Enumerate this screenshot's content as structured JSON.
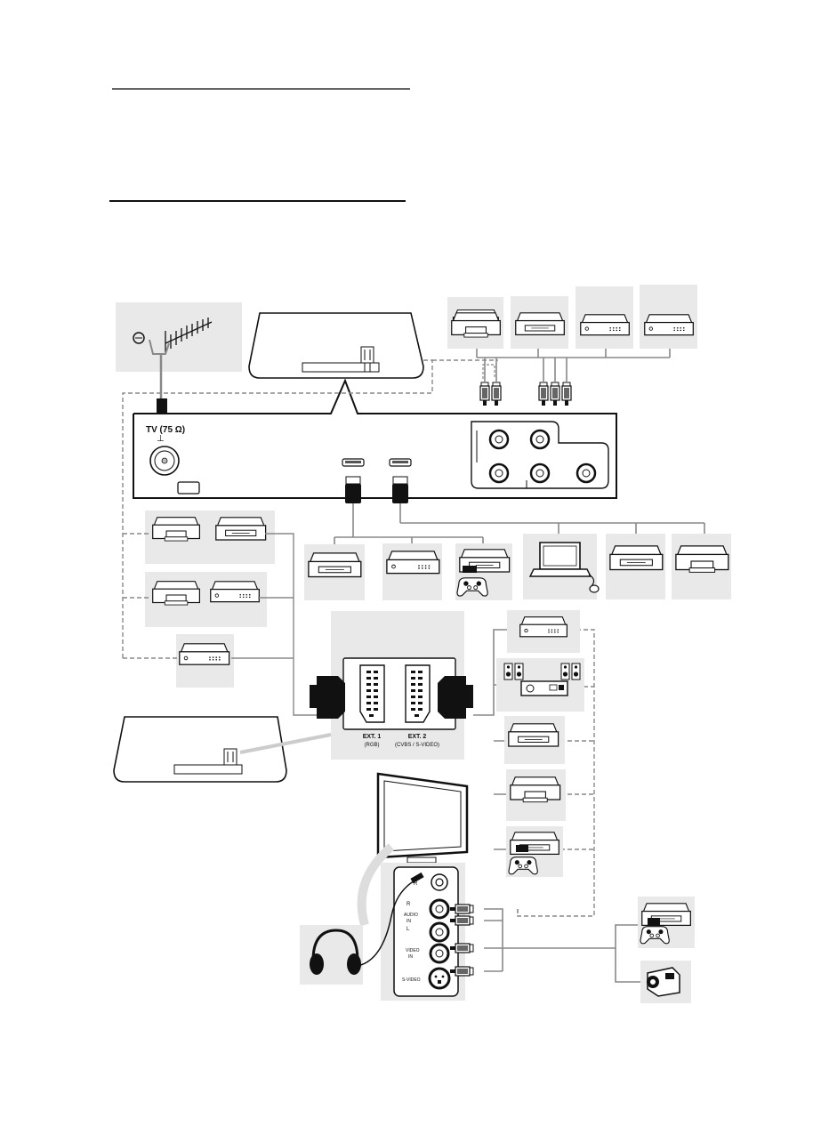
{
  "connection_panel": {
    "antenna_label": "TV (75 Ω)",
    "antenna_symbol": "⊥"
  },
  "scart_panel": {
    "ext1_label": "EXT. 1",
    "ext1_sub": "(RGB)",
    "ext2_label": "EXT. 2",
    "ext2_sub": "(CVBS / S-VIDEO)"
  },
  "side_panel": {
    "headphone_mark": "R",
    "audio_r": "R",
    "audio_label": "AUDIO",
    "audio_in": "IN",
    "audio_l": "L",
    "video_label": "VIDEO",
    "video_in": "IN",
    "svideo_label": "S-VIDEO"
  },
  "icons": [
    "antenna-icon",
    "satellite-dish-icon",
    "dvd-recorder-icon",
    "dvd-player-icon",
    "set-top-box-icon",
    "game-console-icon",
    "laptop-icon",
    "camcorder-icon",
    "headphones-icon",
    "speaker-icon",
    "amplifier-icon",
    "flat-tv-icon",
    "scart-plug-icon",
    "hdmi-plug-icon",
    "rca-plug-icon"
  ],
  "colors": {
    "line": "#111111",
    "panel_bg": "#e9e9e9",
    "cable": "#7a7a7a"
  }
}
